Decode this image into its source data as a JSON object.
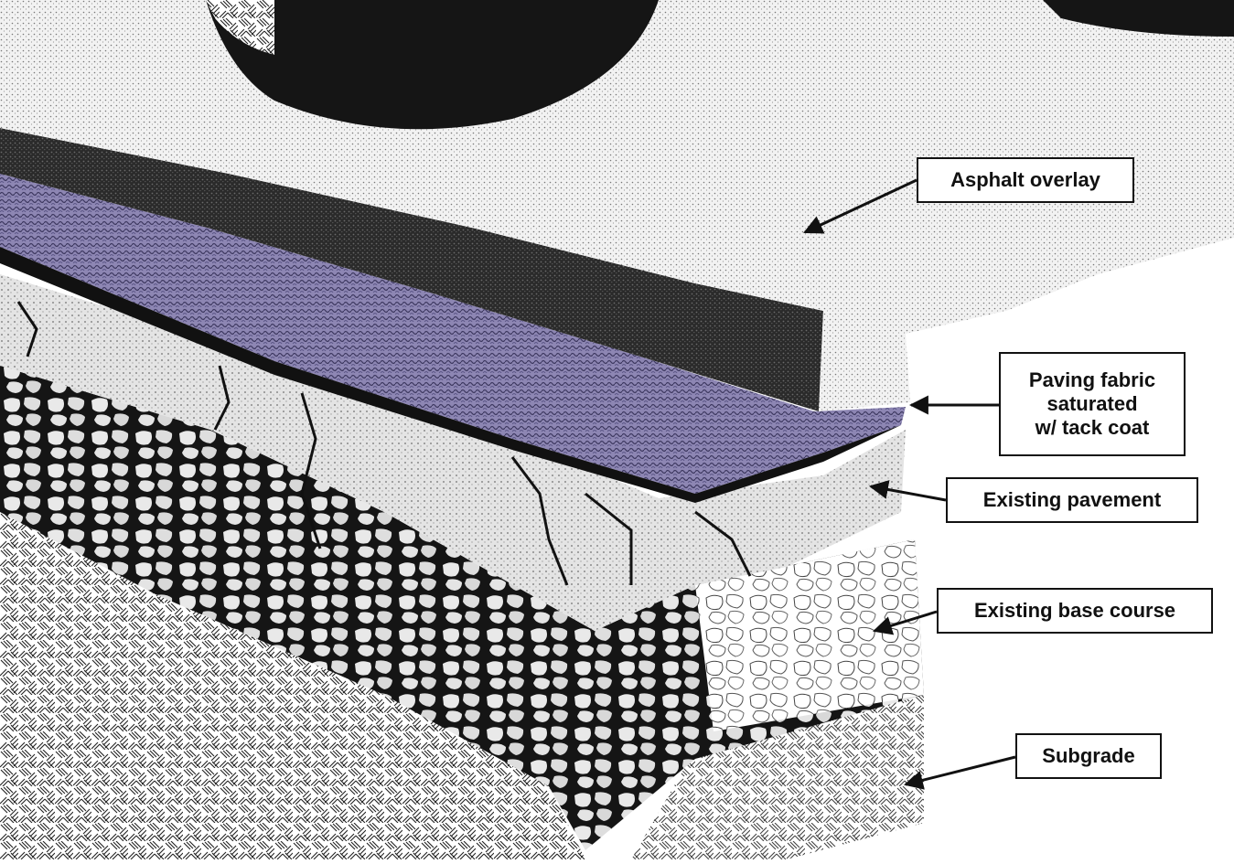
{
  "labels": {
    "asphalt_overlay": "Asphalt overlay",
    "paving_fabric": [
      "Paving fabric",
      "saturated",
      "w/ tack coat"
    ],
    "existing_pavement": "Existing pavement",
    "existing_base_course": "Existing base course",
    "subgrade": "Subgrade"
  },
  "colors": {
    "overlay_surface": "#e8e8e8",
    "overlay_edge": "#1a1a1a",
    "fabric": "#8d86b3",
    "pavement": "#d6d6d6",
    "base_course": "#1c1c1c",
    "subgrade": "#ffffff",
    "ink": "#111111"
  }
}
